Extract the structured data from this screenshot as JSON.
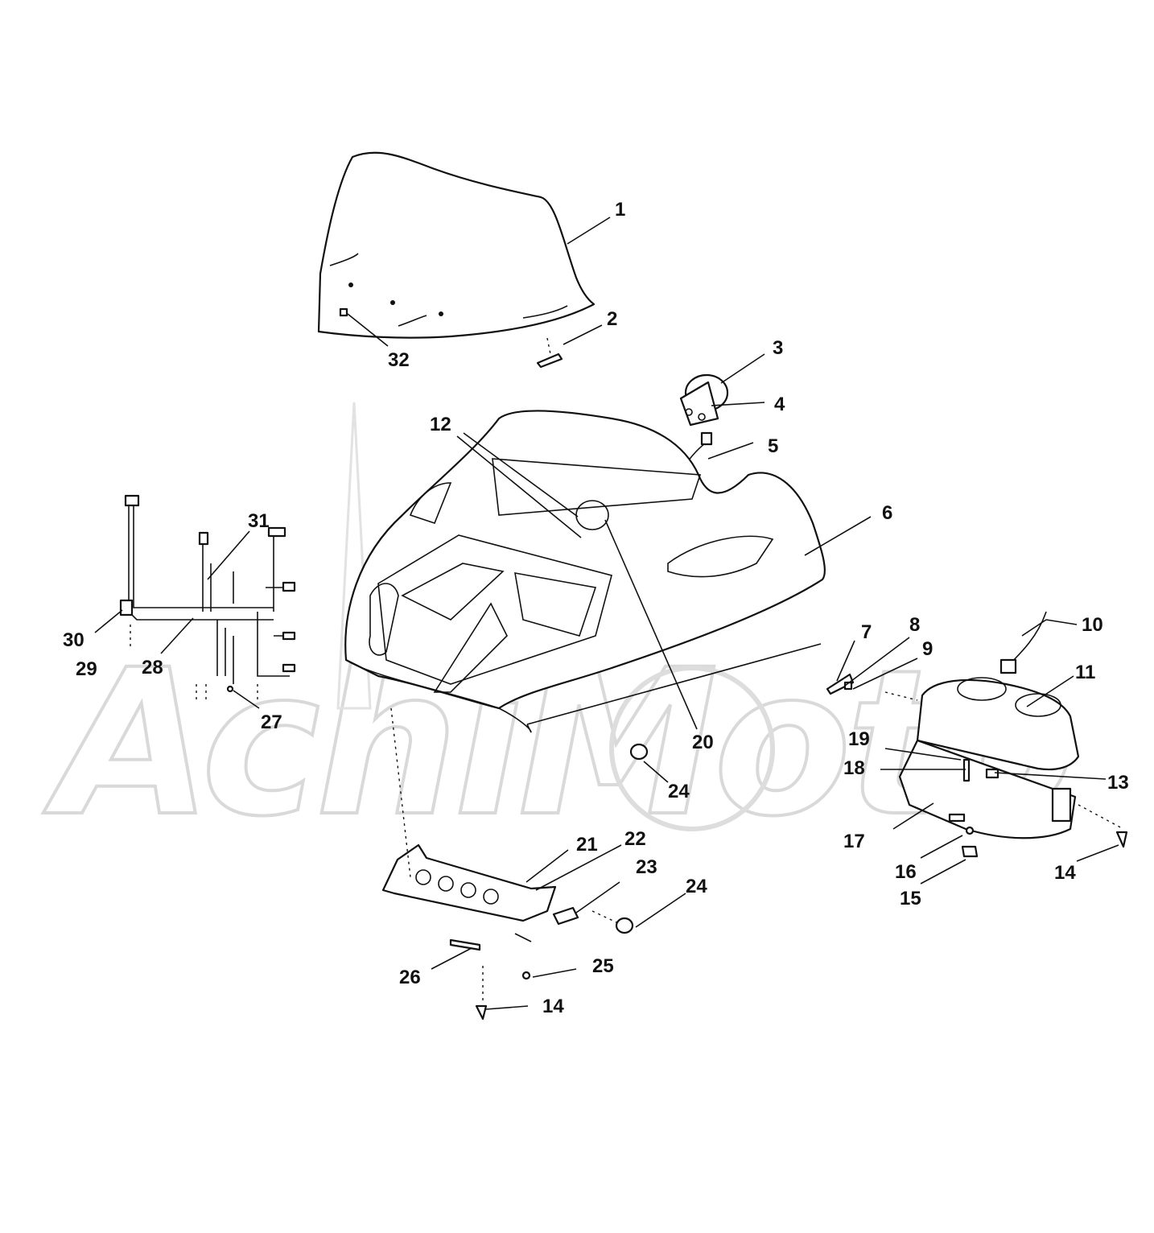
{
  "diagram": {
    "watermark": "AchiMoto",
    "callouts": [
      {
        "id": "c1",
        "label": "1"
      },
      {
        "id": "c2",
        "label": "2"
      },
      {
        "id": "c3",
        "label": "3"
      },
      {
        "id": "c4",
        "label": "4"
      },
      {
        "id": "c5",
        "label": "5"
      },
      {
        "id": "c6",
        "label": "6"
      },
      {
        "id": "c7",
        "label": "7"
      },
      {
        "id": "c8",
        "label": "8"
      },
      {
        "id": "c9",
        "label": "9"
      },
      {
        "id": "c10",
        "label": "10"
      },
      {
        "id": "c11",
        "label": "11"
      },
      {
        "id": "c12",
        "label": "12"
      },
      {
        "id": "c13",
        "label": "13"
      },
      {
        "id": "c14a",
        "label": "14"
      },
      {
        "id": "c14b",
        "label": "14"
      },
      {
        "id": "c15",
        "label": "15"
      },
      {
        "id": "c16",
        "label": "16"
      },
      {
        "id": "c17",
        "label": "17"
      },
      {
        "id": "c18",
        "label": "18"
      },
      {
        "id": "c19",
        "label": "19"
      },
      {
        "id": "c20",
        "label": "20"
      },
      {
        "id": "c21",
        "label": "21"
      },
      {
        "id": "c22",
        "label": "22"
      },
      {
        "id": "c23",
        "label": "23"
      },
      {
        "id": "c24a",
        "label": "24"
      },
      {
        "id": "c24b",
        "label": "24"
      },
      {
        "id": "c25",
        "label": "25"
      },
      {
        "id": "c26",
        "label": "26"
      },
      {
        "id": "c27",
        "label": "27"
      },
      {
        "id": "c28",
        "label": "28"
      },
      {
        "id": "c29",
        "label": "29"
      },
      {
        "id": "c30",
        "label": "30"
      },
      {
        "id": "c31",
        "label": "31"
      },
      {
        "id": "c32",
        "label": "32"
      }
    ]
  }
}
